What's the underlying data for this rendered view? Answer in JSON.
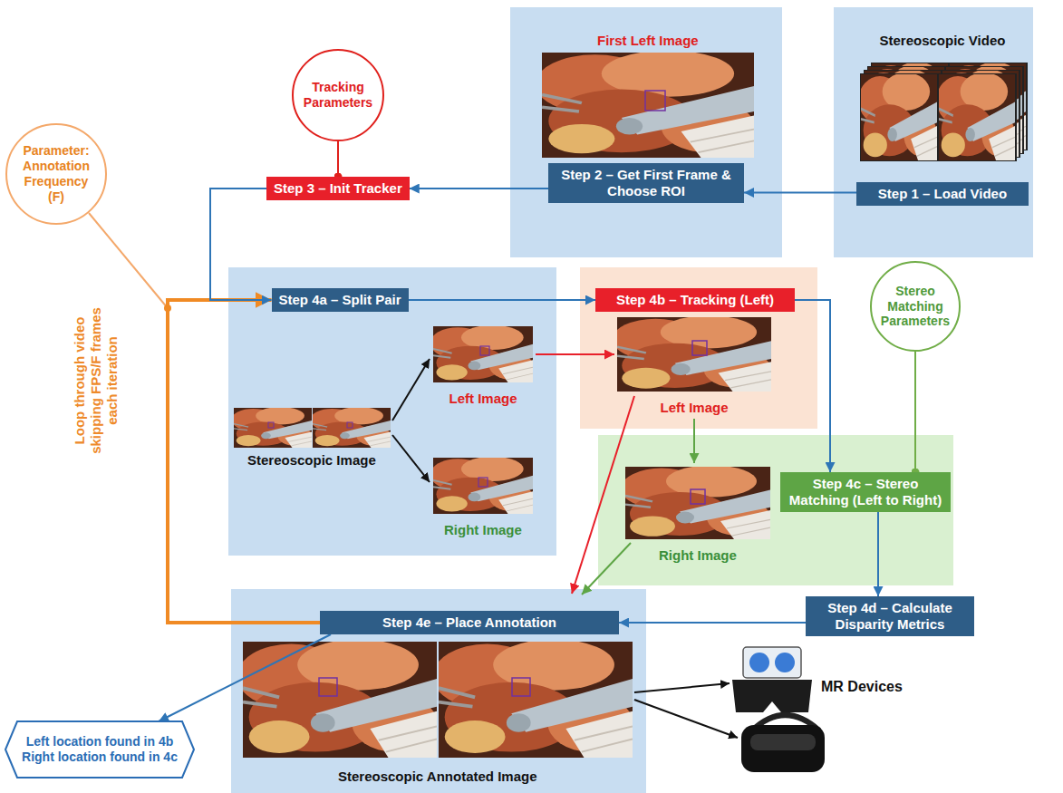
{
  "diagram": {
    "nodes": [
      {
        "text": [
          "Tracking Parameters"
        ]
      },
      {
        "text": [
          "First Left Image"
        ]
      },
      {
        "text": [
          "Step 2 – Get First Frame & Choose ROI"
        ],
        "in": 1
      },
      {
        "text": [
          "Stereoscopic Video"
        ]
      },
      {
        "text": [
          "Step 1 – Load Video"
        ],
        "in": 3
      },
      {
        "text": [
          "Parameter: Annotation Frequency (F)"
        ]
      },
      {
        "text": [
          "Step 3 – Init Tracker"
        ]
      },
      {
        "text": [
          "Left Image",
          "Stereoscopic Image",
          "Right Image"
        ]
      },
      {
        "text": [
          "Step 4a – Split Pair"
        ],
        "in": 7
      },
      {
        "text": [
          "Left Image"
        ]
      },
      {
        "text": [
          "Step 4b – Tracking (Left)"
        ],
        "in": 9
      },
      {
        "text": [
          "Stereo Matching Parameters"
        ]
      },
      {
        "text": [
          "Right Image"
        ]
      },
      {
        "text": [
          "Step 4c – Stereo Matching (Left to Right)"
        ],
        "in": 12
      },
      {
        "text": [
          "Step 4d – Calculate Disparity Metrics"
        ]
      },
      {
        "text": [
          "Stereoscopic Annotated Image"
        ]
      },
      {
        "text": [
          "Step 4e – Place Annotation"
        ],
        "in": 15
      },
      {
        "text": [
          "Left location found in 4b Right location found in 4c"
        ]
      }
    ],
    "edges": [
      {
        "from": 4,
        "to": 2,
        "arrow": "to"
      },
      {
        "from": 2,
        "to": 6,
        "arrow": "to"
      },
      {
        "from": 6,
        "to": 8,
        "arrow": "to"
      },
      {
        "from": 0,
        "to": 6,
        "arrow": "none"
      },
      {
        "from": 8,
        "to": 10,
        "arrow": "to"
      },
      {
        "from": 10,
        "to": 13,
        "arrow": "to"
      },
      {
        "from": 11,
        "to": 13,
        "arrow": "none"
      },
      {
        "from": 13,
        "to": 14,
        "arrow": "to"
      },
      {
        "from": 14,
        "to": 16,
        "arrow": "to"
      },
      {
        "from": 16,
        "to": 8,
        "arrow": "to",
        "label": "Loop through video skipping FPS/F frames each iteration"
      },
      {
        "from": 16,
        "to": 17,
        "arrow": "to"
      }
    ],
    "labels": [
      "MR Devices"
    ]
  }
}
